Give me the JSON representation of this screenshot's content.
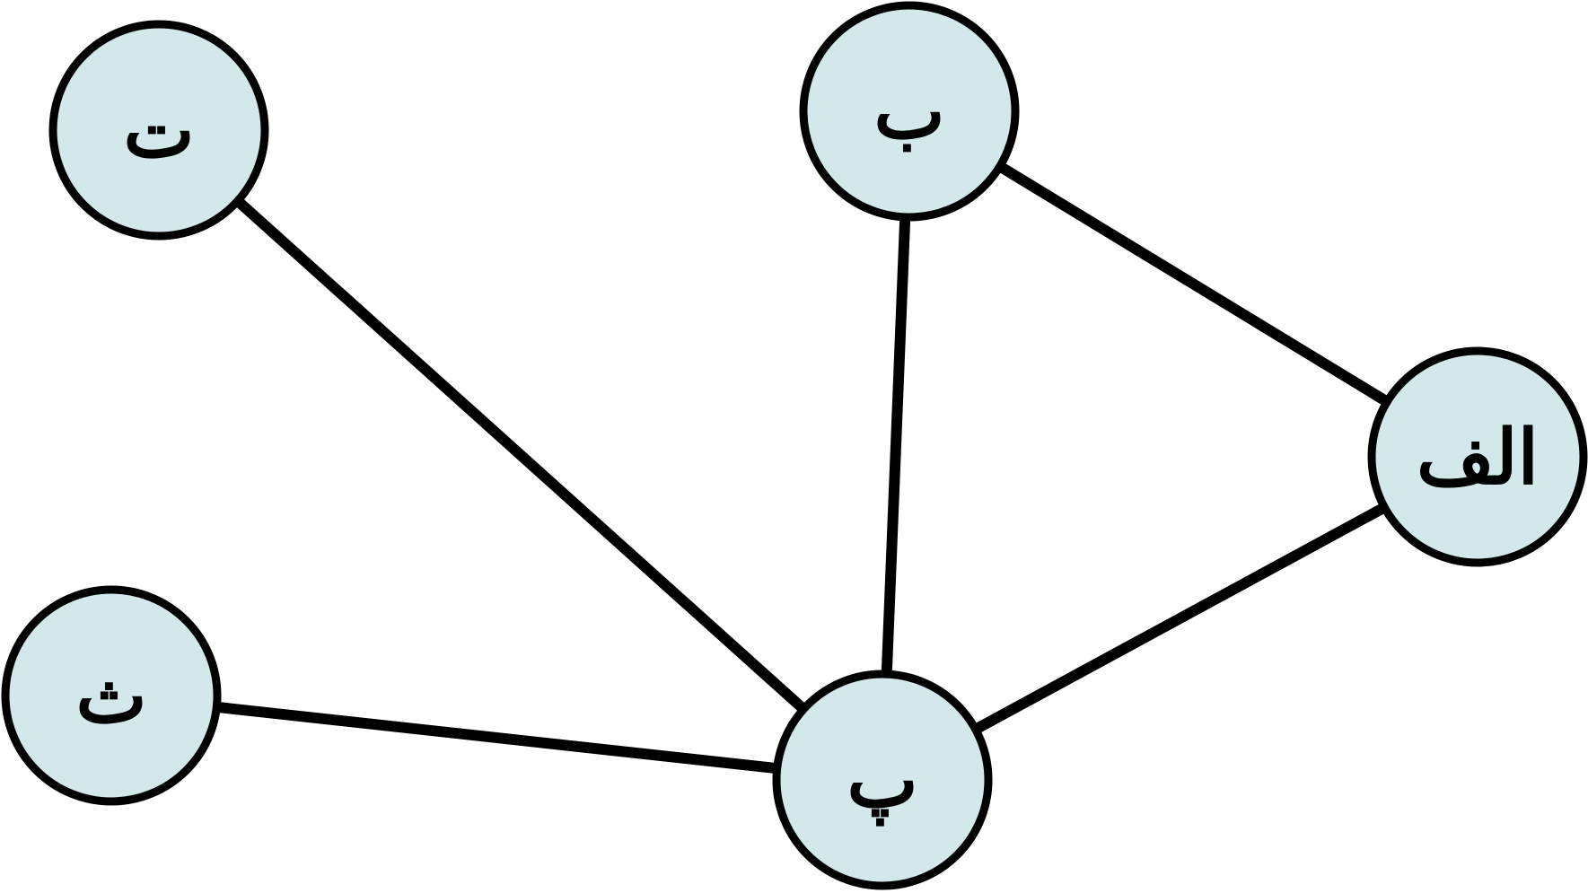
{
  "graph": {
    "colors": {
      "node_fill": "#d3e8ea",
      "node_stroke": "#000000",
      "edge": "#000000",
      "label": "#000000"
    },
    "nodes": [
      {
        "id": "alef",
        "label": "الف"
      },
      {
        "id": "be",
        "label": "ب"
      },
      {
        "id": "pe",
        "label": "پ"
      },
      {
        "id": "te",
        "label": "ت"
      },
      {
        "id": "se",
        "label": "ث"
      }
    ],
    "edges": [
      {
        "from": "be",
        "to": "alef"
      },
      {
        "from": "alef",
        "to": "pe"
      },
      {
        "from": "be",
        "to": "pe"
      },
      {
        "from": "te",
        "to": "pe"
      },
      {
        "from": "se",
        "to": "pe"
      }
    ]
  }
}
